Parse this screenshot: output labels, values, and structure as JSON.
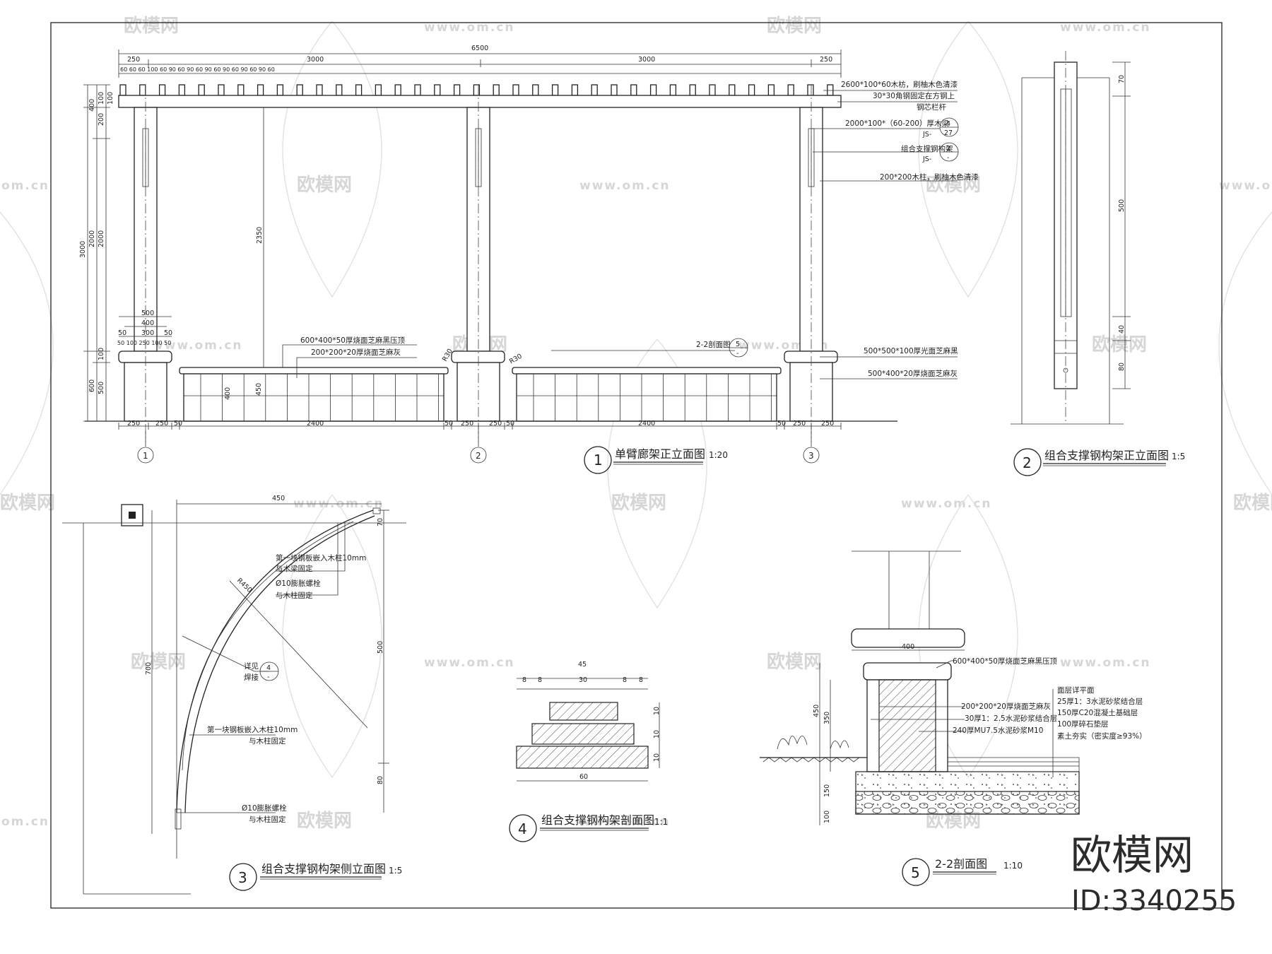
{
  "drawing": {
    "views": [
      {
        "number": "1",
        "title": "单臂廊架正立面图",
        "scale": "1:20"
      },
      {
        "number": "2",
        "title": "组合支撑钢构架正立面图",
        "scale": "1:5"
      },
      {
        "number": "3",
        "title": "组合支撑钢构架侧立面图",
        "scale": "1:5"
      },
      {
        "number": "4",
        "title": "组合支撑钢构架剖面图",
        "scale": "1:1"
      },
      {
        "number": "5",
        "title": "2-2剖面图",
        "scale": "1:10"
      }
    ],
    "elevation": {
      "top_dims": {
        "total": "6500",
        "left": "250",
        "mid1": "3000",
        "mid2": "3000",
        "right": "250",
        "beam_spacing": "60 60 60 100 60 90 60 90 60 90 60 90 60 90 60 90 60"
      },
      "left_dims": {
        "d400": "400",
        "d200": "200",
        "d100a": "100",
        "d100b": "100",
        "d3000": "3000",
        "d2000a": "2000",
        "d2000b": "2000",
        "d100c": "100",
        "d600": "600",
        "d500": "500"
      },
      "inner_dims": {
        "d2350": "2350",
        "d450": "450",
        "d400": "400",
        "col500": "500",
        "col400": "400",
        "col50a": "50",
        "col300": "300",
        "col50b": "50",
        "colsub": "50 100 250 100 50"
      },
      "bottom_dims": [
        "250",
        "250",
        "50",
        "2400",
        "50",
        "250",
        "250",
        "50",
        "2400",
        "50",
        "250",
        "250"
      ],
      "axes": [
        "1",
        "2",
        "3"
      ],
      "corner_labels": {
        "r1": "R30",
        "r2": "R30"
      },
      "notes": [
        "2600*100*60木枋，刷柚木色清漆",
        "30*30角钢固定在方钢上",
        "钢芯栏杆",
        "2000*100*（60-200）厚木梁",
        "组合支撑钢构架",
        "200*200木柱，刷柚木色清漆",
        "600*400*50厚烧面芝麻黑压顶",
        "200*200*20厚烧面芝麻灰",
        "2-2剖面图",
        "500*500*100厚光面芝麻黑",
        "500*400*20厚烧面芝麻灰"
      ],
      "refs": [
        {
          "top": "4",
          "bottom": "27",
          "prefix": "JS-"
        },
        {
          "top": "2",
          "bottom": "-",
          "prefix": "JS-"
        },
        {
          "top": "5",
          "bottom": "-"
        }
      ]
    },
    "bracket_front": {
      "dims": [
        "70",
        "500",
        "40",
        "80"
      ]
    },
    "bracket_side": {
      "dims": {
        "top": "450",
        "right_top": "70",
        "right_mid": "500",
        "right_bottom": "80",
        "left": "700",
        "radius": "R450"
      },
      "notes": [
        "第一块钢板嵌入木柱10mm",
        "与木梁固定",
        "Ø10膨胀螺栓",
        "与木柱固定",
        "详见",
        "焊接",
        "第一块钢板嵌入木柱10mm",
        "与木柱固定",
        "Ø10膨胀螺栓",
        "与木柱固定"
      ],
      "ref": {
        "top": "4",
        "bottom": "-"
      }
    },
    "bracket_section": {
      "dims": {
        "w45": "45",
        "a8": "8",
        "b8": "8",
        "w30": "30",
        "c8": "8",
        "d8": "8",
        "h10a": "10",
        "h10b": "10",
        "h10c": "10",
        "w60": "60"
      }
    },
    "section22": {
      "dims": {
        "w400": "400",
        "h450": "450",
        "h350": "350",
        "h150": "150",
        "h100": "100"
      },
      "notes_right": [
        "600*400*50厚烧面芝麻黑压顶",
        "200*200*20厚烧面芝麻灰",
        "30厚1：2.5水泥砂浆结合层",
        "240厚MU7.5水泥砂浆M10"
      ],
      "notes_layers": [
        "面层详平面",
        "25厚1：3水泥砂浆结合层",
        "150厚C20混凝土基础层",
        "100厚碎石垫层",
        "素土夯实（密实度≥93%）"
      ]
    },
    "watermarks": {
      "brand": "欧模网",
      "url": "www.om.cn",
      "url_short": "om.cn"
    },
    "brand_stamp": {
      "name": "欧模网",
      "id": "ID:3340255"
    }
  }
}
